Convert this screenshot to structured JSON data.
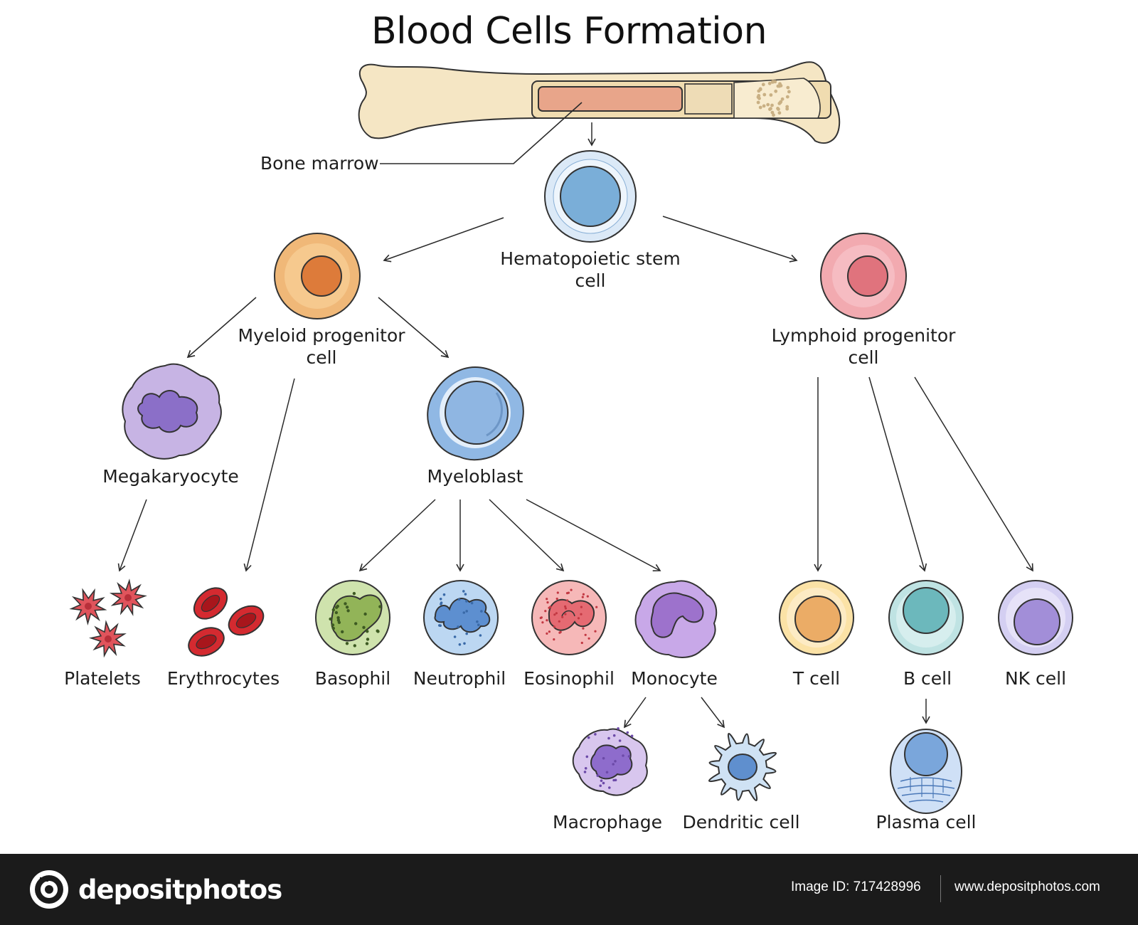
{
  "title": "Blood Cells Formation",
  "labels": {
    "bone_marrow": "Bone marrow",
    "hsc": "Hematopoietic stem cell",
    "myeloid": "Myeloid progenitor cell",
    "lymphoid": "Lymphoid progenitor cell",
    "megakaryocyte": "Megakaryocyte",
    "myeloblast": "Myeloblast",
    "platelets": "Platelets",
    "erythrocytes": "Erythrocytes",
    "basophil": "Basophil",
    "neutrophil": "Neutrophil",
    "eosinophil": "Eosinophil",
    "monocyte": "Monocyte",
    "t_cell": "T cell",
    "b_cell": "B cell",
    "nk_cell": "NK cell",
    "macrophage": "Macrophage",
    "dendritic": "Dendritic cell",
    "plasma": "Plasma cell"
  },
  "colors": {
    "hsc": "#7aaed8",
    "myeloid": "#f0b878",
    "lymphoid": "#f2aab0",
    "megakaryocyte": "#c7b4e4",
    "myeloblast": "#90b8e4",
    "platelet": "#e0545c",
    "erythrocyte": "#d42a30",
    "basophil": "#cfe3ad",
    "neutrophil": "#bcd7f2",
    "eosinophil": "#f6b8b8",
    "monocyte": "#c8a8e8",
    "t_cell": "#fbe2a6",
    "b_cell": "#bfe3e3",
    "nk_cell": "#d4cff2",
    "macrophage": "#d8c6ee",
    "dendritic": "#cfe2f4",
    "plasma": "#cfe0f6",
    "bone": "#f5e6c4",
    "marrow": "#e8a58a"
  },
  "footer": {
    "brand": "depositphotos",
    "image_id": "Image ID: 717428996",
    "url": "www.depositphotos.com"
  }
}
